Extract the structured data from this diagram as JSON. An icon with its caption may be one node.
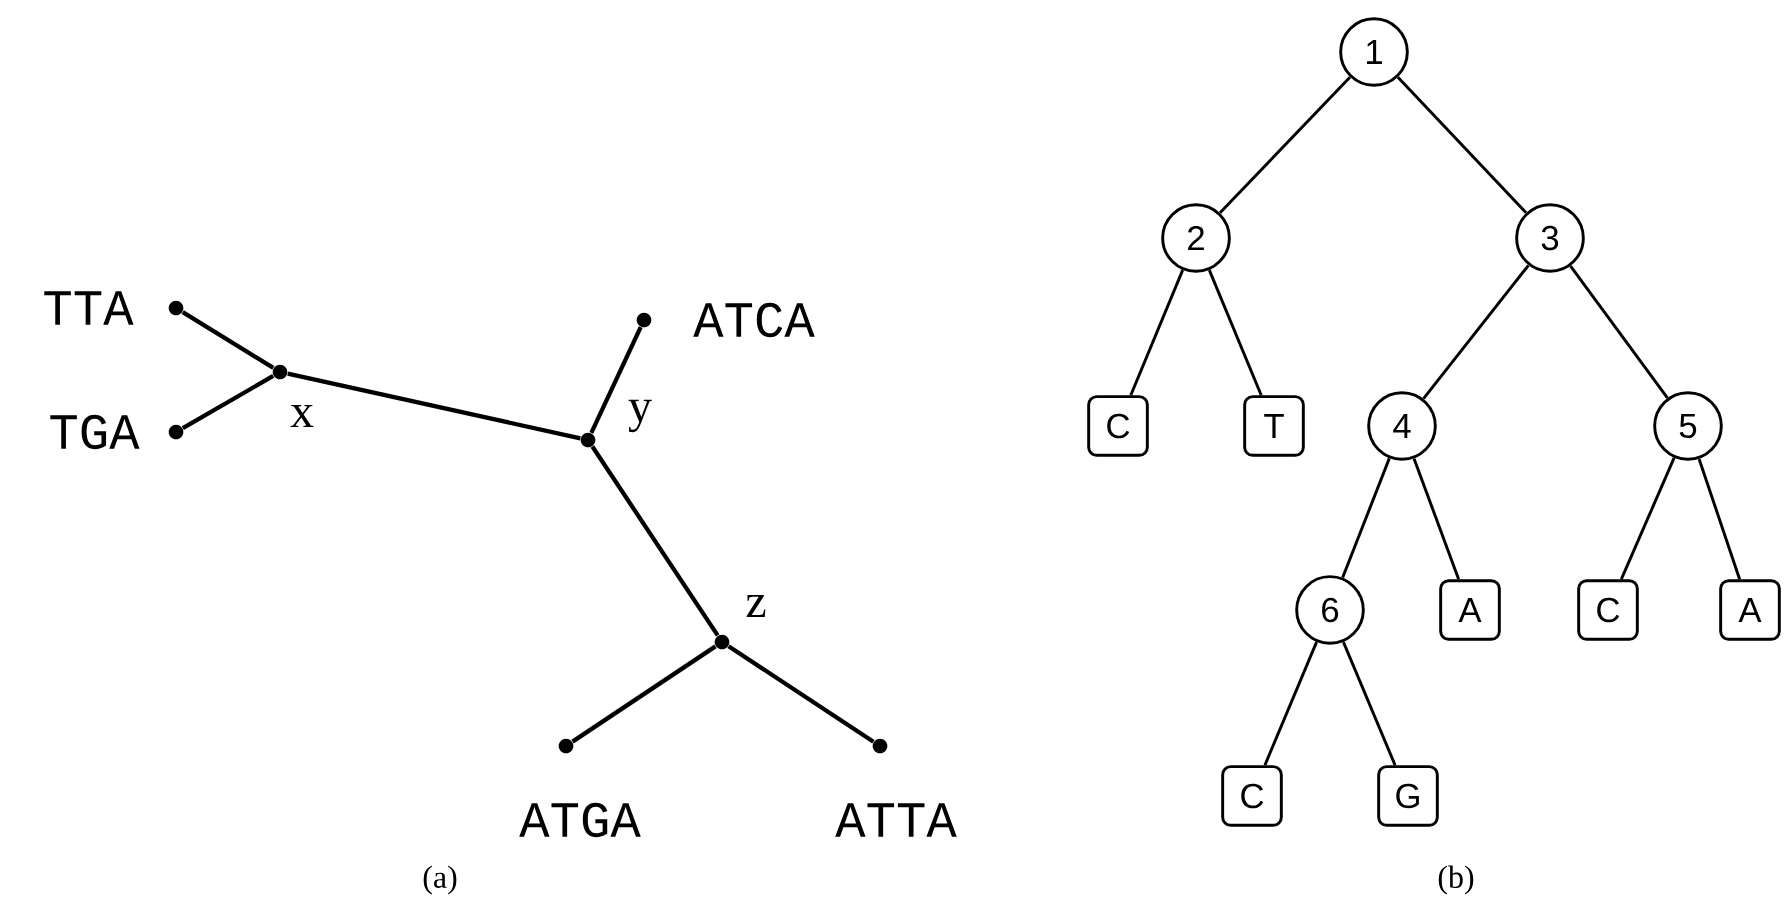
{
  "diagram": {
    "nodes": [
      {
        "text": [
          "TTA"
        ]
      },
      {
        "text": [
          "TGA"
        ]
      },
      {
        "text": [
          "x"
        ]
      },
      {
        "text": [
          "ATCA"
        ]
      },
      {
        "text": [
          "y"
        ]
      },
      {
        "text": [
          "z"
        ]
      },
      {
        "text": [
          "ATGA"
        ]
      },
      {
        "text": [
          "ATTA"
        ]
      },
      {
        "text": [
          "1"
        ]
      },
      {
        "text": [
          "2"
        ]
      },
      {
        "text": [
          "3"
        ]
      },
      {
        "text": [
          "C"
        ]
      },
      {
        "text": [
          "T"
        ]
      },
      {
        "text": [
          "4"
        ]
      },
      {
        "text": [
          "5"
        ]
      },
      {
        "text": [
          "6"
        ]
      },
      {
        "text": [
          "A"
        ]
      },
      {
        "text": [
          "C"
        ]
      },
      {
        "text": [
          "A"
        ]
      },
      {
        "text": [
          "C"
        ]
      },
      {
        "text": [
          "G"
        ]
      }
    ],
    "edges": [
      {
        "from": 0,
        "to": 2,
        "arrow": "none"
      },
      {
        "from": 1,
        "to": 2,
        "arrow": "none"
      },
      {
        "from": 2,
        "to": 4,
        "arrow": "none"
      },
      {
        "from": 3,
        "to": 4,
        "arrow": "none"
      },
      {
        "from": 4,
        "to": 5,
        "arrow": "none"
      },
      {
        "from": 5,
        "to": 6,
        "arrow": "none"
      },
      {
        "from": 5,
        "to": 7,
        "arrow": "none"
      },
      {
        "from": 8,
        "to": 9,
        "arrow": "none"
      },
      {
        "from": 8,
        "to": 10,
        "arrow": "none"
      },
      {
        "from": 9,
        "to": 11,
        "arrow": "none"
      },
      {
        "from": 9,
        "to": 12,
        "arrow": "none"
      },
      {
        "from": 10,
        "to": 13,
        "arrow": "none"
      },
      {
        "from": 10,
        "to": 14,
        "arrow": "none"
      },
      {
        "from": 13,
        "to": 15,
        "arrow": "none"
      },
      {
        "from": 13,
        "to": 16,
        "arrow": "none"
      },
      {
        "from": 14,
        "to": 17,
        "arrow": "none"
      },
      {
        "from": 14,
        "to": 18,
        "arrow": "none"
      },
      {
        "from": 15,
        "to": 19,
        "arrow": "none"
      },
      {
        "from": 15,
        "to": 20,
        "arrow": "none"
      }
    ],
    "labels": [
      "(a)",
      "(b)"
    ]
  }
}
